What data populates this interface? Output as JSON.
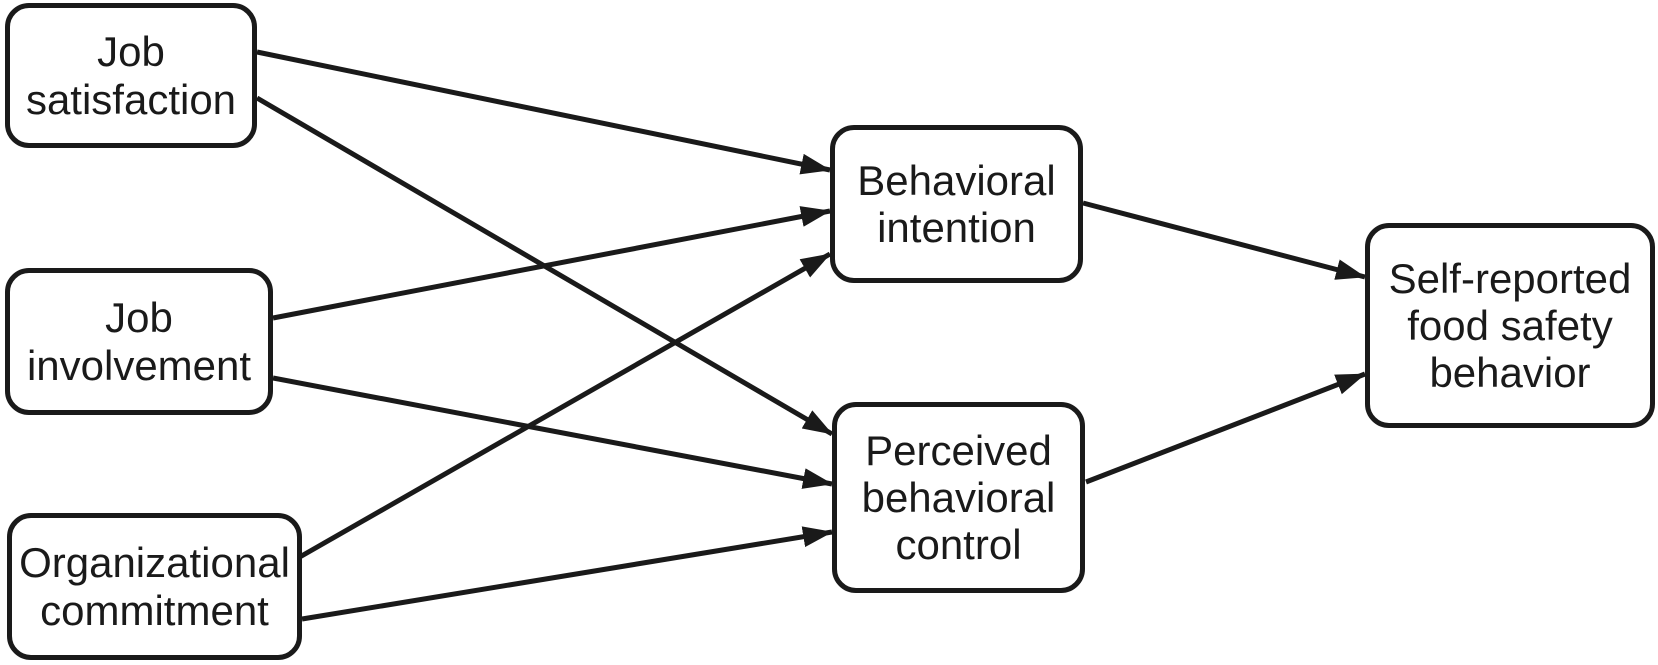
{
  "diagram": {
    "type": "path-model",
    "colors": {
      "stroke": "#1a1a1a",
      "background": "#ffffff",
      "text": "#1a1a1a"
    },
    "nodes": [
      {
        "id": "job-satisfaction",
        "label": "Job\nsatisfaction"
      },
      {
        "id": "job-involvement",
        "label": "Job\ninvolvement"
      },
      {
        "id": "organizational-commitment",
        "label": "Organizational\ncommitment"
      },
      {
        "id": "behavioral-intention",
        "label": "Behavioral\nintention"
      },
      {
        "id": "perceived-behavioral-control",
        "label": "Perceived\nbehavioral\ncontrol"
      },
      {
        "id": "self-reported-food-safety-behavior",
        "label": "Self-reported\nfood safety\nbehavior"
      }
    ],
    "edges": [
      {
        "from": "job-satisfaction",
        "to": "behavioral-intention"
      },
      {
        "from": "job-satisfaction",
        "to": "perceived-behavioral-control"
      },
      {
        "from": "job-involvement",
        "to": "behavioral-intention"
      },
      {
        "from": "job-involvement",
        "to": "perceived-behavioral-control"
      },
      {
        "from": "organizational-commitment",
        "to": "behavioral-intention"
      },
      {
        "from": "organizational-commitment",
        "to": "perceived-behavioral-control"
      },
      {
        "from": "behavioral-intention",
        "to": "self-reported-food-safety-behavior"
      },
      {
        "from": "perceived-behavioral-control",
        "to": "self-reported-food-safety-behavior"
      }
    ]
  }
}
